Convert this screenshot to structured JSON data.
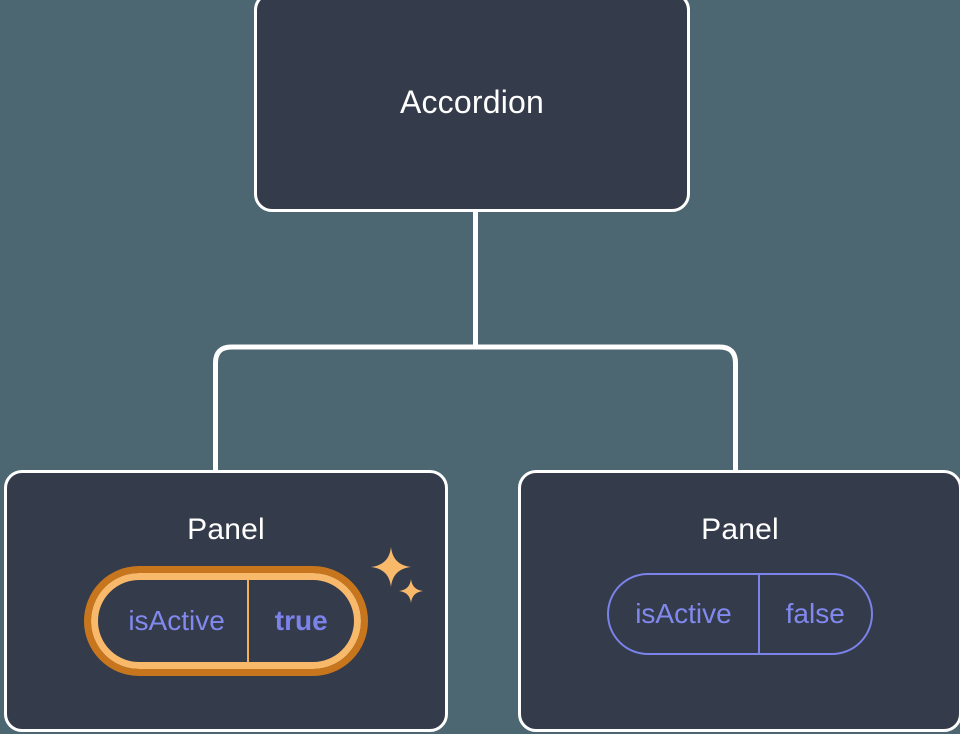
{
  "canvas": {
    "background_color": "#4c6672",
    "card_fill_color": "#343b4a",
    "card_border_color": "#ffffff",
    "connector_color": "#ffffff",
    "prop_accent_color": "#8289ee",
    "highlight_outer_color": "#c8761d",
    "highlight_inner_color": "#f8b96a"
  },
  "tree": {
    "root": {
      "title": "Accordion"
    },
    "children": [
      {
        "title": "Panel",
        "highlighted": true,
        "prop": {
          "name": "isActive",
          "value": "true"
        },
        "sparkle_big": "sparkle-icon",
        "sparkle_small": "sparkle-icon"
      },
      {
        "title": "Panel",
        "highlighted": false,
        "prop": {
          "name": "isActive",
          "value": "false"
        }
      }
    ]
  }
}
